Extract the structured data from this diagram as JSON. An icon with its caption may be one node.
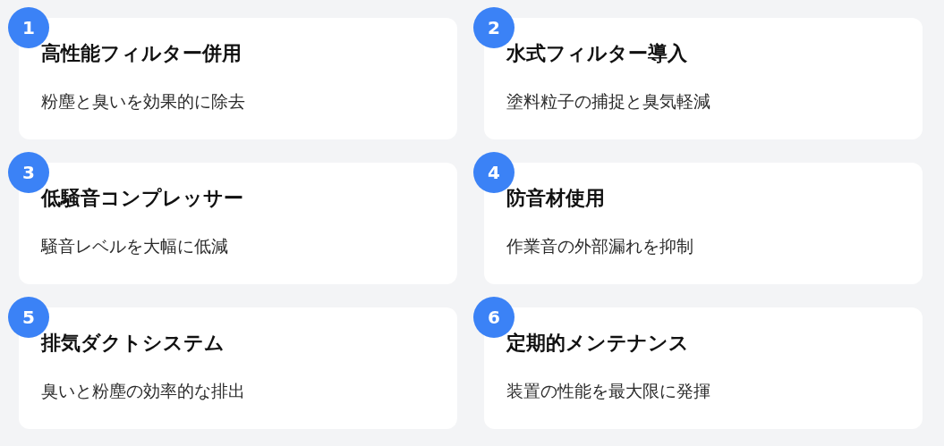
{
  "diagram": {
    "nodes": [
      {
        "text": [
          "1"
        ]
      },
      {
        "text": [
          "高性能フィルター併用",
          "粉塵と臭いを効果的に除去"
        ]
      },
      {
        "text": [
          "2"
        ]
      },
      {
        "text": [
          "水式フィルター導入",
          "塗料粒子の捕捉と臭気軽減"
        ]
      },
      {
        "text": [
          "3"
        ]
      },
      {
        "text": [
          "低騒音コンプレッサー",
          "騒音レベルを大幅に低減"
        ]
      },
      {
        "text": [
          "4"
        ]
      },
      {
        "text": [
          "防音材使用",
          "作業音の外部漏れを抑制"
        ]
      },
      {
        "text": [
          "5"
        ]
      },
      {
        "text": [
          "排気ダクトシステム",
          "臭いと粉塵の効率的な排出"
        ]
      },
      {
        "text": [
          "6"
        ]
      },
      {
        "text": [
          "定期的メンテナンス",
          "装置の性能を最大限に発揮"
        ]
      }
    ]
  }
}
